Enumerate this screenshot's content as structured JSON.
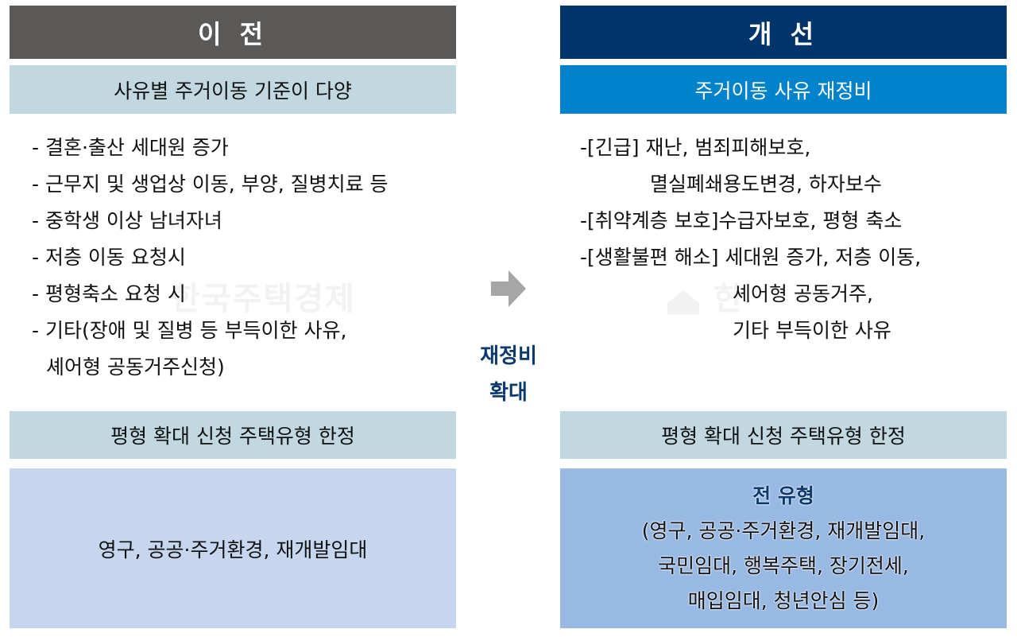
{
  "left": {
    "header": "이 전",
    "subheader": "사유별 주거이동 기준이 다양",
    "items": [
      "- 결혼·출산 세대원 증가",
      "- 근무지 및 생업상 이동, 부양, 질병치료 등",
      "- 중학생 이상 남녀자녀",
      "- 저층 이동 요청시",
      "- 평형축소 요청 시",
      "- 기타(장애 및 질병 등 부득이한 사유,",
      "  셰어형 공동거주신청)"
    ],
    "band": "평형 확대 신청 주택유형 한정",
    "bottom": "영구, 공공·주거환경, 재개발임대",
    "watermark": "한국주택경제"
  },
  "middle": {
    "arrow_icon": "arrow-right-icon",
    "label_line1": "재정비",
    "label_line2": "확대"
  },
  "right": {
    "header": "개 선",
    "subheader": "주거이동 사유 재정비",
    "items": [
      "-[긴급] 재난, 범죄피해보호,",
      "멸실폐쇄용도변경, 하자보수",
      "-[취약계층 보호]수급자보호, 평형 축소",
      "-[생활불편 해소] 세대원 증가, 저층 이동,",
      "셰어형 공동거주,",
      "기타 부득이한 사유"
    ],
    "band": "평형 확대 신청 주택유형 한정",
    "bottom_title": "전 유형",
    "bottom_lines": [
      "(영구, 공공·주거환경, 재개발임대,",
      "국민임대, 행복주택, 장기전세,",
      "매입임대, 청년안심 등)"
    ],
    "watermark": "한"
  },
  "colors": {
    "left_header": "#5a5958",
    "right_header": "#00356b",
    "left_subheader": "#c1d8e0",
    "right_subheader": "#0083cc",
    "band": "#c1d8e0",
    "left_bottom": "#c5d6ee",
    "right_bottom": "#98b9e3",
    "accent_text": "#0d3a6e",
    "arrow": "#a6a6a6"
  }
}
